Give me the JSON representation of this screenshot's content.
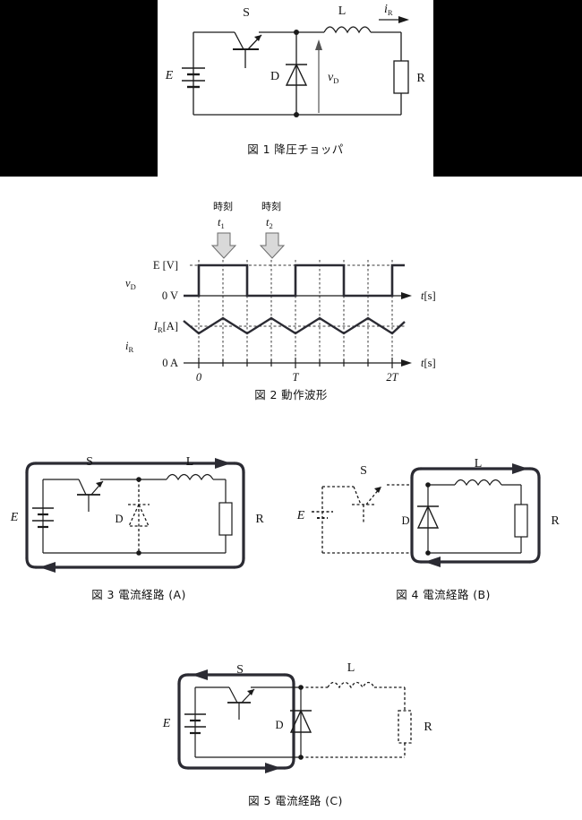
{
  "document": {
    "title": "降圧チョッパ 動作説明図",
    "language": "ja"
  },
  "figures": [
    {
      "id": "fig1",
      "caption": "図 1  降圧チョッパ",
      "caption_number": "図 1",
      "caption_text": "降圧チョッパ",
      "components": {
        "source": "E",
        "switch": "S",
        "diode": "D",
        "inductor": "L",
        "resistor": "R",
        "diode_voltage": "v",
        "diode_voltage_sub": "D",
        "current": "i",
        "current_sub": "R"
      }
    },
    {
      "id": "fig2",
      "caption": "図 2  動作波形",
      "caption_number": "図 2",
      "caption_text": "動作波形",
      "annotations": [
        {
          "label": "時刻",
          "symbol": "t",
          "sub": "1"
        },
        {
          "label": "時刻",
          "symbol": "t",
          "sub": "2"
        }
      ],
      "axes": {
        "voltage_signal": "v",
        "voltage_signal_sub": "D",
        "voltage_high": "E [V]",
        "voltage_low": "0 V",
        "current_signal": "i",
        "current_signal_sub": "R",
        "current_high": "I",
        "current_high_sub": "R",
        "current_high_unit": "[A]",
        "current_low": "0 A",
        "xaxis_label": "t [s]",
        "ticks": [
          "0",
          "T",
          "2T"
        ]
      }
    },
    {
      "id": "fig3",
      "caption": "図 3  電流経路 (A)",
      "caption_number": "図 3",
      "caption_text": "電流経路 (A)",
      "components": {
        "source": "E",
        "switch": "S",
        "diode": "D",
        "inductor": "L",
        "resistor": "R"
      },
      "active_path": "E-S-L-R",
      "inactive_path": "D"
    },
    {
      "id": "fig4",
      "caption": "図 4  電流経路 (B)",
      "caption_number": "図 4",
      "caption_text": "電流経路 (B)",
      "components": {
        "source": "E",
        "switch": "S",
        "diode": "D",
        "inductor": "L",
        "resistor": "R"
      },
      "active_path": "D-L-R",
      "inactive_path": "E-S"
    },
    {
      "id": "fig5",
      "caption": "図 5  電流経路 (C)",
      "caption_number": "図 5",
      "caption_text": "電流経路 (C)",
      "components": {
        "source": "E",
        "switch": "S",
        "diode": "D",
        "inductor": "L",
        "resistor": "R"
      },
      "active_path": "E-S-D",
      "inactive_path": "L-R"
    }
  ],
  "chart_data": {
    "type": "line",
    "title": "図 2  動作波形",
    "xlabel": "t [s]",
    "xlim": [
      -0.25,
      2.6
    ],
    "xticks": [
      0,
      1,
      2
    ],
    "xticklabels": [
      "0",
      "T",
      "2T"
    ],
    "grid": true,
    "gridlines_x": [
      0,
      0.25,
      0.5,
      0.75,
      1.0,
      1.25,
      1.5,
      1.75,
      2.0,
      2.25
    ],
    "series": [
      {
        "name": "vD",
        "ylabel": "v_D",
        "ytick_labels": [
          "E [V]",
          "0 V"
        ],
        "ylim": [
          0,
          1
        ],
        "waveform": "square",
        "duty": 0.5,
        "period": 1.0,
        "x": [
          0,
          0,
          0.5,
          0.5,
          1.0,
          1.0,
          1.5,
          1.5,
          2.0,
          2.0,
          2.5
        ],
        "y": [
          0,
          1,
          1,
          0,
          0,
          1,
          1,
          0,
          0,
          1,
          1
        ]
      },
      {
        "name": "iR",
        "ylabel": "i_R",
        "ytick_labels": [
          "I_R [A]",
          "0 A"
        ],
        "ylim": [
          0,
          1
        ],
        "waveform": "triangular",
        "mean_level": 0.5,
        "ripple": 0.18,
        "x": [
          -0.25,
          0.25,
          0.75,
          1.25,
          1.75,
          2.25,
          2.6
        ],
        "y": [
          0.62,
          0.38,
          0.68,
          0.38,
          0.68,
          0.38,
          0.66
        ]
      }
    ]
  }
}
